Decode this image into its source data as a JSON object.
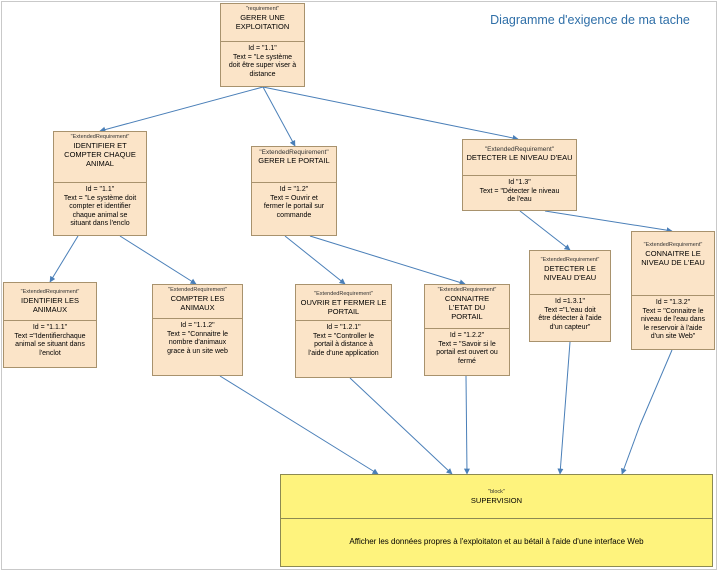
{
  "diagram_title": "Diagramme d'exigence de ma tache",
  "nodes": {
    "root": {
      "stereotype": "\"requirement\"",
      "name": [
        "GERER UNE",
        "EXPLOITATION"
      ],
      "id": "Id = \"1.1\"",
      "text": [
        "Text = \"Le système",
        "doit être super viser à",
        "distance"
      ]
    },
    "r11": {
      "stereotype": "\"ExtendedRequirement\"",
      "name": [
        "IDENTIFIER ET",
        "COMPTER CHAQUE",
        "ANIMAL"
      ],
      "id": "Id = \"1.1\"",
      "text": [
        "Text = \"Le système doit",
        "compter et identifier",
        "chaque animal se",
        "situant dans l'enclo"
      ]
    },
    "r12": {
      "stereotype": "\"ExtendedRequirement\"",
      "name": [
        "GERER LE PORTAIL"
      ],
      "id": "Id = \"1.2\"",
      "text": [
        "Text = Ouvrir et",
        "fermer le portail sur",
        "commande"
      ]
    },
    "r13": {
      "stereotype": "\"ExtendedRequirement\"",
      "name": [
        "DETECTER LE NIVEAU D'EAU"
      ],
      "id": "Id \"1.3\"",
      "text": [
        "Text = \"Détecter le niveau",
        "de l'eau"
      ]
    },
    "r111": {
      "stereotype": "\"ExtendedRequirement\"",
      "name": [
        "IDENTIFIER LES",
        "ANIMAUX"
      ],
      "id": "Id = \"1.1.1\"",
      "text": [
        "Text =\"Identifierchaque",
        "animal se situant dans",
        "l'enclot"
      ]
    },
    "r112": {
      "stereotype": "\"ExtendedRequirement\"",
      "name": [
        "COMPTER LES",
        "ANIMAUX"
      ],
      "id": "Id = \"1.1.2\"",
      "text": [
        "Text = \"Connaitre le",
        "nombre d'animaux",
        "grace à un site web"
      ]
    },
    "r121": {
      "stereotype": "\"ExtendedRequirement\"",
      "name": [
        "OUVRIR ET FERMER LE",
        "PORTAIL"
      ],
      "id": "Id = \"1.2.1\"",
      "text": [
        "Text = \"Controller le",
        "portail à distance à",
        "l'aide d'une application"
      ]
    },
    "r122": {
      "stereotype": "\"ExtendedRequirement\"",
      "name": [
        "CONNAITRE",
        "L'ETAT DU",
        "PORTAIL"
      ],
      "id": "Id = \"1.2.2\"",
      "text": [
        "Text = \"Savoir si le",
        "portail est ouvert ou",
        "fermé"
      ]
    },
    "r131": {
      "stereotype": "\"ExtendedRequirement\"",
      "name": [
        "DETECTER LE",
        "NIVEAU D'EAU"
      ],
      "id": "Id =1.3.1\"",
      "text": [
        "Text =\"L'eau doit",
        "être détecter à l'aide",
        "d'un capteur\""
      ]
    },
    "r132": {
      "stereotype": "\"ExtendedRequirement\"",
      "name": [
        "CONNAITRE LE",
        "NIVEAU DE L'EAU"
      ],
      "id": "Id = \"1.3.2\"",
      "text": [
        "Text = \"Connaitre le",
        "niveau de l'eau dans",
        "le reservoir à l'aide",
        "d'un site Web\""
      ]
    },
    "supervision": {
      "stereotype": "\"block\"",
      "name": [
        "SUPERVISION"
      ],
      "text": [
        "Afficher les données propres à l'exploitaton et au bétail à l'aide d'une interface Web"
      ]
    }
  }
}
